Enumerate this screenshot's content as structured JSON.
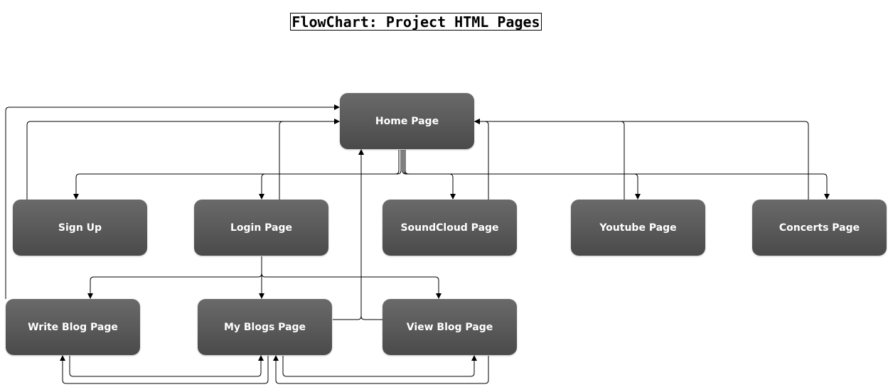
{
  "title": "FlowChart: Project HTML Pages",
  "nodes": {
    "home": "Home Page",
    "signup": "Sign Up",
    "login": "Login Page",
    "soundcloud": "SoundCloud Page",
    "youtube": "Youtube Page",
    "concerts": "Concerts Page",
    "write": "Write Blog Page",
    "myblogs": "My Blogs Page",
    "view": "View Blog Page"
  },
  "edges": [
    {
      "from": "Home Page",
      "to": "Sign Up"
    },
    {
      "from": "Home Page",
      "to": "Login Page"
    },
    {
      "from": "Home Page",
      "to": "SoundCloud Page"
    },
    {
      "from": "Home Page",
      "to": "Youtube Page"
    },
    {
      "from": "Home Page",
      "to": "Concerts Page"
    },
    {
      "from": "Sign Up",
      "to": "Home Page"
    },
    {
      "from": "Login Page",
      "to": "Home Page"
    },
    {
      "from": "SoundCloud Page",
      "to": "Home Page"
    },
    {
      "from": "Youtube Page",
      "to": "Home Page"
    },
    {
      "from": "Concerts Page",
      "to": "Home Page"
    },
    {
      "from": "Login Page",
      "to": "Write Blog Page"
    },
    {
      "from": "Login Page",
      "to": "My Blogs Page"
    },
    {
      "from": "Login Page",
      "to": "View Blog Page"
    },
    {
      "from": "Write Blog Page",
      "to": "Home Page"
    },
    {
      "from": "My Blogs Page",
      "to": "Home Page"
    },
    {
      "from": "View Blog Page",
      "to": "Home Page"
    },
    {
      "from": "Write Blog Page",
      "to": "My Blogs Page"
    },
    {
      "from": "My Blogs Page",
      "to": "Write Blog Page"
    },
    {
      "from": "My Blogs Page",
      "to": "View Blog Page"
    },
    {
      "from": "View Blog Page",
      "to": "My Blogs Page"
    }
  ],
  "colors": {
    "node_top": "#6a6a6a",
    "node_bottom": "#4a4a4a",
    "node_text": "#ffffff",
    "edge": "#000000"
  }
}
